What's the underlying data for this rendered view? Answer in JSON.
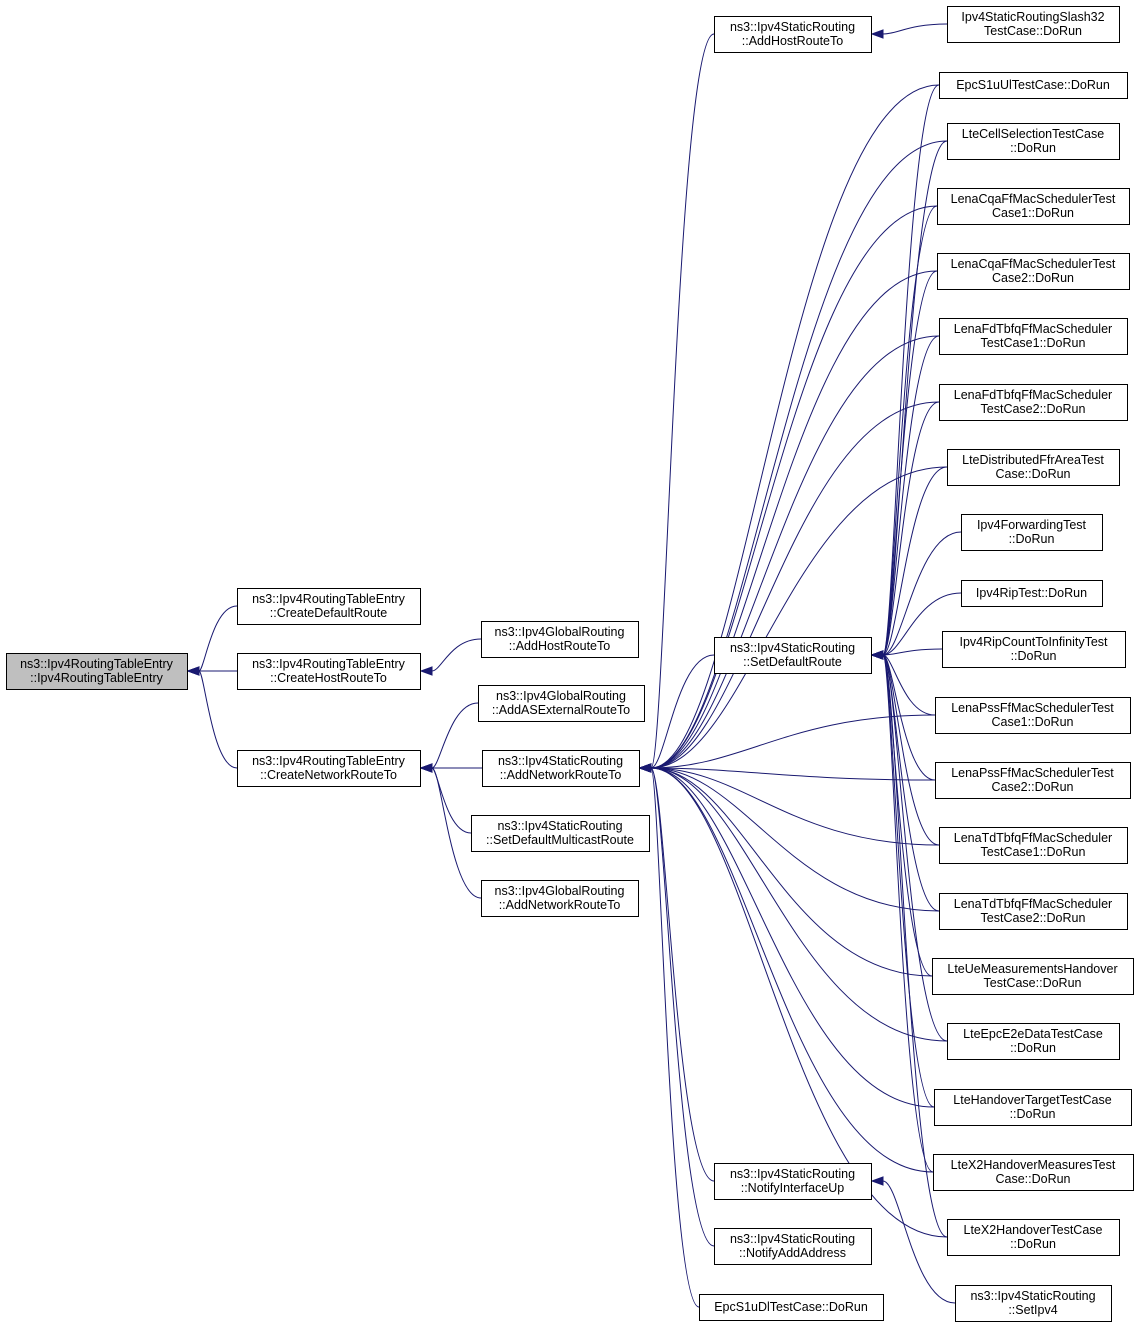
{
  "nodes": [
    {
      "id": "root",
      "lines": [
        "ns3::Ipv4RoutingTableEntry",
        "::Ipv4RoutingTableEntry"
      ],
      "highlighted": true
    },
    {
      "id": "create-default",
      "lines": [
        "ns3::Ipv4RoutingTableEntry",
        "::CreateDefaultRoute"
      ]
    },
    {
      "id": "create-host",
      "lines": [
        "ns3::Ipv4RoutingTableEntry",
        "::CreateHostRouteTo"
      ]
    },
    {
      "id": "create-network",
      "lines": [
        "ns3::Ipv4RoutingTableEntry",
        "::CreateNetworkRouteTo"
      ]
    },
    {
      "id": "global-addhost",
      "lines": [
        "ns3::Ipv4GlobalRouting",
        "::AddHostRouteTo"
      ]
    },
    {
      "id": "global-addas",
      "lines": [
        "ns3::Ipv4GlobalRouting",
        "::AddASExternalRouteTo"
      ]
    },
    {
      "id": "static-addnetwork",
      "lines": [
        "ns3::Ipv4StaticRouting",
        "::AddNetworkRouteTo"
      ]
    },
    {
      "id": "static-setdefmc",
      "lines": [
        "ns3::Ipv4StaticRouting",
        "::SetDefaultMulticastRoute"
      ]
    },
    {
      "id": "global-addnetwork",
      "lines": [
        "ns3::Ipv4GlobalRouting",
        "::AddNetworkRouteTo"
      ]
    },
    {
      "id": "static-addhost",
      "lines": [
        "ns3::Ipv4StaticRouting",
        "::AddHostRouteTo"
      ]
    },
    {
      "id": "static-setdefault",
      "lines": [
        "ns3::Ipv4StaticRouting",
        "::SetDefaultRoute"
      ]
    },
    {
      "id": "static-notifyup",
      "lines": [
        "ns3::Ipv4StaticRouting",
        "::NotifyInterfaceUp"
      ]
    },
    {
      "id": "static-notifyaddr",
      "lines": [
        "ns3::Ipv4StaticRouting",
        "::NotifyAddAddress"
      ]
    },
    {
      "id": "epcs1udl",
      "lines": [
        "EpcS1uDlTestCase::DoRun"
      ]
    },
    {
      "id": "slash32",
      "lines": [
        "Ipv4StaticRoutingSlash32",
        "TestCase::DoRun"
      ]
    },
    {
      "id": "epcs1uul",
      "lines": [
        "EpcS1uUlTestCase::DoRun"
      ]
    },
    {
      "id": "cellsel",
      "lines": [
        "LteCellSelectionTestCase",
        "::DoRun"
      ]
    },
    {
      "id": "cqa1",
      "lines": [
        "LenaCqaFfMacSchedulerTest",
        "Case1::DoRun"
      ]
    },
    {
      "id": "cqa2",
      "lines": [
        "LenaCqaFfMacSchedulerTest",
        "Case2::DoRun"
      ]
    },
    {
      "id": "fdtbfq1",
      "lines": [
        "LenaFdTbfqFfMacScheduler",
        "TestCase1::DoRun"
      ]
    },
    {
      "id": "fdtbfq2",
      "lines": [
        "LenaFdTbfqFfMacScheduler",
        "TestCase2::DoRun"
      ]
    },
    {
      "id": "distffr",
      "lines": [
        "LteDistributedFfrAreaTest",
        "Case::DoRun"
      ]
    },
    {
      "id": "fwdtest",
      "lines": [
        "Ipv4ForwardingTest",
        "::DoRun"
      ]
    },
    {
      "id": "riptest",
      "lines": [
        "Ipv4RipTest::DoRun"
      ]
    },
    {
      "id": "ripcount",
      "lines": [
        "Ipv4RipCountToInfinityTest",
        "::DoRun"
      ]
    },
    {
      "id": "pss1",
      "lines": [
        "LenaPssFfMacSchedulerTest",
        "Case1::DoRun"
      ]
    },
    {
      "id": "pss2",
      "lines": [
        "LenaPssFfMacSchedulerTest",
        "Case2::DoRun"
      ]
    },
    {
      "id": "tdtbfq1",
      "lines": [
        "LenaTdTbfqFfMacScheduler",
        "TestCase1::DoRun"
      ]
    },
    {
      "id": "tdtbfq2",
      "lines": [
        "LenaTdTbfqFfMacScheduler",
        "TestCase2::DoRun"
      ]
    },
    {
      "id": "uemeas",
      "lines": [
        "LteUeMeasurementsHandover",
        "TestCase::DoRun"
      ]
    },
    {
      "id": "epce2e",
      "lines": [
        "LteEpcE2eDataTestCase",
        "::DoRun"
      ]
    },
    {
      "id": "hotarget",
      "lines": [
        "LteHandoverTargetTestCase",
        "::DoRun"
      ]
    },
    {
      "id": "x2meas",
      "lines": [
        "LteX2HandoverMeasuresTest",
        "Case::DoRun"
      ]
    },
    {
      "id": "x2ho",
      "lines": [
        "LteX2HandoverTestCase",
        "::DoRun"
      ]
    },
    {
      "id": "setipv4",
      "lines": [
        "ns3::Ipv4StaticRouting",
        "::SetIpv4"
      ]
    }
  ],
  "edges": [
    [
      "create-default",
      "root"
    ],
    [
      "create-host",
      "root"
    ],
    [
      "create-network",
      "root"
    ],
    [
      "global-addhost",
      "create-host"
    ],
    [
      "global-addas",
      "create-network"
    ],
    [
      "static-addnetwork",
      "create-network"
    ],
    [
      "static-setdefmc",
      "create-network"
    ],
    [
      "global-addnetwork",
      "create-network"
    ],
    [
      "slash32",
      "static-addhost"
    ],
    [
      "static-addhost",
      "static-addnetwork"
    ],
    [
      "static-setdefault",
      "static-addnetwork"
    ],
    [
      "static-notifyup",
      "static-addnetwork"
    ],
    [
      "static-notifyaddr",
      "static-addnetwork"
    ],
    [
      "epcs1udl",
      "static-addnetwork"
    ],
    [
      "epcs1uul",
      "static-addnetwork"
    ],
    [
      "cellsel",
      "static-addnetwork"
    ],
    [
      "cqa1",
      "static-addnetwork"
    ],
    [
      "cqa2",
      "static-addnetwork"
    ],
    [
      "fdtbfq1",
      "static-addnetwork"
    ],
    [
      "fdtbfq2",
      "static-addnetwork"
    ],
    [
      "distffr",
      "static-addnetwork"
    ],
    [
      "pss1",
      "static-addnetwork"
    ],
    [
      "pss2",
      "static-addnetwork"
    ],
    [
      "tdtbfq1",
      "static-addnetwork"
    ],
    [
      "tdtbfq2",
      "static-addnetwork"
    ],
    [
      "uemeas",
      "static-addnetwork"
    ],
    [
      "epce2e",
      "static-addnetwork"
    ],
    [
      "hotarget",
      "static-addnetwork"
    ],
    [
      "x2meas",
      "static-addnetwork"
    ],
    [
      "x2ho",
      "static-addnetwork"
    ],
    [
      "epcs1uul",
      "static-setdefault"
    ],
    [
      "cellsel",
      "static-setdefault"
    ],
    [
      "cqa1",
      "static-setdefault"
    ],
    [
      "cqa2",
      "static-setdefault"
    ],
    [
      "fdtbfq1",
      "static-setdefault"
    ],
    [
      "fdtbfq2",
      "static-setdefault"
    ],
    [
      "distffr",
      "static-setdefault"
    ],
    [
      "fwdtest",
      "static-setdefault"
    ],
    [
      "riptest",
      "static-setdefault"
    ],
    [
      "ripcount",
      "static-setdefault"
    ],
    [
      "pss1",
      "static-setdefault"
    ],
    [
      "pss2",
      "static-setdefault"
    ],
    [
      "tdtbfq1",
      "static-setdefault"
    ],
    [
      "tdtbfq2",
      "static-setdefault"
    ],
    [
      "uemeas",
      "static-setdefault"
    ],
    [
      "epce2e",
      "static-setdefault"
    ],
    [
      "hotarget",
      "static-setdefault"
    ],
    [
      "x2meas",
      "static-setdefault"
    ],
    [
      "x2ho",
      "static-setdefault"
    ],
    [
      "setipv4",
      "static-notifyup"
    ]
  ]
}
